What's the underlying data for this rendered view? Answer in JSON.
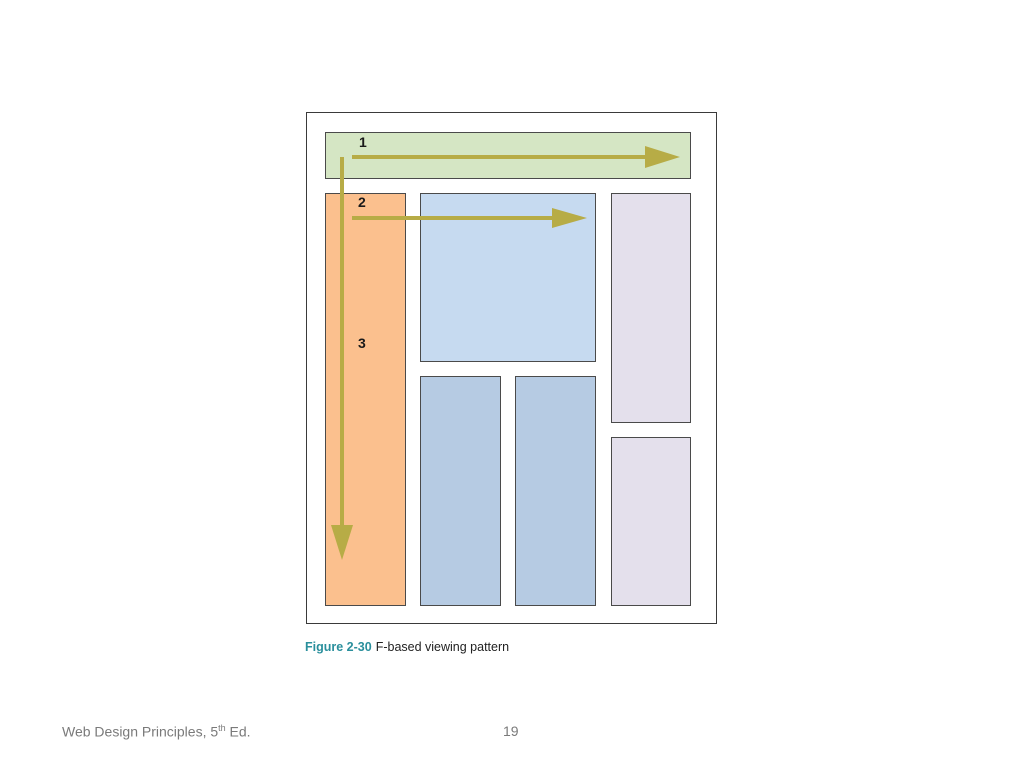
{
  "figure": {
    "labels": {
      "step1": "1",
      "step2": "2",
      "step3": "3"
    },
    "regions": {
      "header": {
        "color": "#d5e6c4"
      },
      "left_column": {
        "color": "#fbc08e"
      },
      "main_top": {
        "color": "#c6daf0"
      },
      "main_bottom_left": {
        "color": "#b6cbe3"
      },
      "main_bottom_right": {
        "color": "#b6cbe3"
      },
      "right_top": {
        "color": "#e4e0ec"
      },
      "right_bottom": {
        "color": "#e4e0ec"
      }
    },
    "arrow_color": "#b7ac46"
  },
  "caption": {
    "label": "Figure 2-30",
    "text": "F-based viewing pattern"
  },
  "footer": {
    "title_prefix": "Web Design Principles, 5",
    "title_sup": "th",
    "title_suffix": " Ed.",
    "page_number": "19"
  }
}
